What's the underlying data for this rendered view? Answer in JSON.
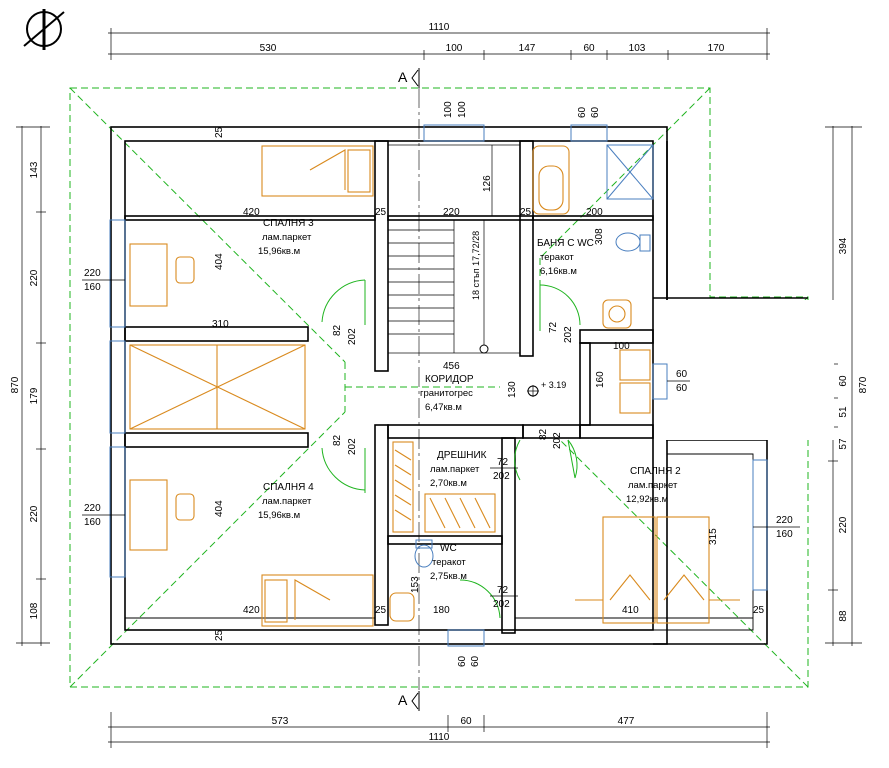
{
  "dimensions": {
    "top_total": "1110",
    "top_segments": [
      "530",
      "100",
      "147",
      "60",
      "103",
      "170"
    ],
    "bottom_total": "1110",
    "bottom_segments": [
      "573",
      "60",
      "477"
    ],
    "left_total": "870",
    "left_segments": [
      "143",
      "220",
      "179",
      "220",
      "108"
    ],
    "right_segments": [
      "394",
      "60",
      "51",
      "57",
      "220",
      "88"
    ],
    "right_total": "870"
  },
  "section_marks": {
    "top": "А",
    "bottom": "А"
  },
  "rooms": {
    "bedroom3": {
      "name": "СПАЛНЯ 3",
      "floor": "лам.паркет",
      "area": "15,96кв.м"
    },
    "bedroom4": {
      "name": "СПАЛНЯ 4",
      "floor": "лам.паркет",
      "area": "15,96кв.м"
    },
    "bathroom": {
      "name": "БАНЯ С WC",
      "floor": "теракот",
      "area": "6,16кв.м"
    },
    "corridor": {
      "name": "КОРИДОР",
      "floor": "гранитогрес",
      "area": "6,47кв.м"
    },
    "closet": {
      "name": "ДРЕШНИК",
      "floor": "лам.паркет",
      "area": "2,70кв.м"
    },
    "wc": {
      "name": "WC",
      "floor": "теракот",
      "area": "2,75кв.м"
    },
    "bedroom2": {
      "name": "СПАЛНЯ 2",
      "floor": "лам.паркет",
      "area": "12,92кв.м"
    }
  },
  "labels": {
    "w420a": "420",
    "w25a": "25",
    "w220": "220",
    "w25b": "25",
    "w200": "200",
    "w25c": "25",
    "w25d": "25",
    "w404a": "404",
    "w404b": "404",
    "w310": "310",
    "w456": "456",
    "w420b": "420",
    "w25e": "25",
    "w25f": "25",
    "w180": "180",
    "w410": "410",
    "w25g": "25",
    "w315": "315",
    "w308": "308",
    "w126": "126",
    "w130": "130",
    "w160": "160",
    "w153": "153",
    "w100r": "100",
    "stairs": "18 стъп 17,72/28",
    "level": "+ 3.19",
    "win_220_160_l1": "220",
    "win_220_160_l1b": "160",
    "win_220_160_l2": "220",
    "win_220_160_l2b": "160",
    "win_220_160_r": "220",
    "win_220_160_rb": "160",
    "top_win_100a": "100",
    "top_win_100b": "100",
    "top_win_60a": "60",
    "top_win_60b": "60",
    "right_win_60a": "60",
    "right_win_60b": "60",
    "bottom_win_60a": "60",
    "bottom_win_60b": "60",
    "d82_202_a1": "82",
    "d82_202_a2": "202",
    "d82_202_b1": "82",
    "d82_202_b2": "202",
    "d72_202_bath1": "72",
    "d72_202_bath2": "202",
    "d82_202_c1": "82",
    "d82_202_c2": "202",
    "d72_202_cl1": "72",
    "d72_202_cl2": "202",
    "d72_202_wc1": "72",
    "d72_202_wc2": "202"
  }
}
